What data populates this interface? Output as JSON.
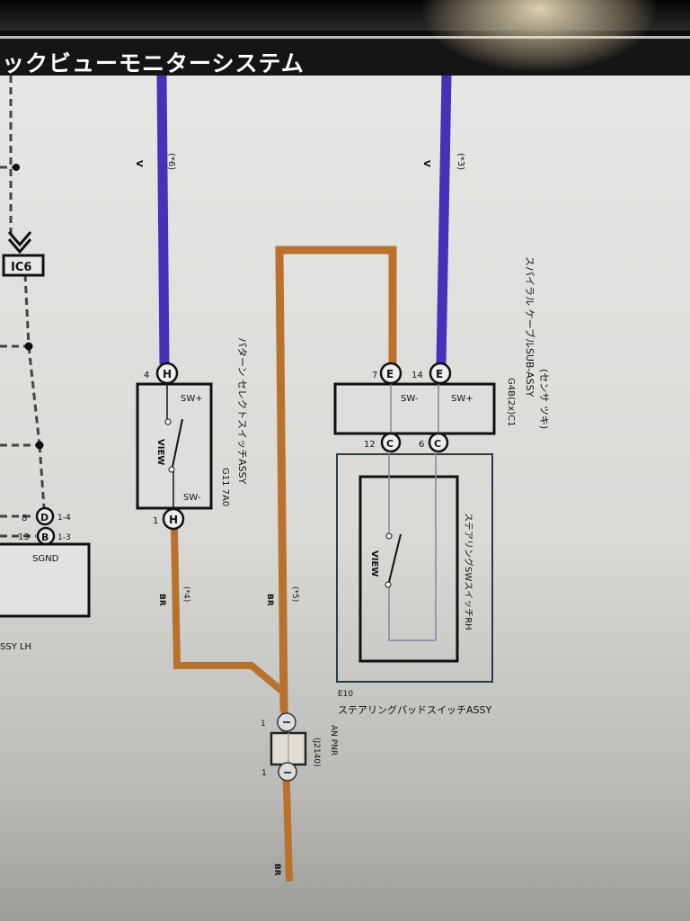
{
  "window": {
    "title": "ックビューモニターシステム"
  },
  "colors": {
    "purple_wire": "#4a2fb8",
    "brown_wire": "#b8722e",
    "background": "#e4e4e2",
    "titlebar": "#151515"
  },
  "left": {
    "ic_label": "IC6",
    "pins": [
      {
        "num": "8",
        "conn": "D",
        "ref": "1-4"
      },
      {
        "num": "13",
        "conn": "B",
        "ref": "1-3"
      }
    ],
    "box_label": "SGND",
    "caption": "SSY LH"
  },
  "wires": {
    "purple_left": {
      "color_code": "V",
      "note": "(*6)"
    },
    "purple_right": {
      "color_code": "V",
      "note": "(*3)"
    },
    "brown_left": {
      "color_code": "BR",
      "note": "(*4)"
    },
    "brown_mid": {
      "color_code": "BR",
      "note": "(*5)"
    },
    "brown_bottom": {
      "color_code": "BR"
    }
  },
  "pattern_switch": {
    "top_pin": "4",
    "top_conn": "H",
    "bottom_pin": "1",
    "bottom_conn": "H",
    "sw_plus": "SW+",
    "sw_minus": "SW-",
    "switch_label": "VIEW",
    "code": "G11 7A0",
    "name": "パターン セレクトスイッチASSY"
  },
  "spiral_cable": {
    "pins_top": [
      {
        "num": "7",
        "conn": "E"
      },
      {
        "num": "14",
        "conn": "E"
      }
    ],
    "pins_bottom": [
      {
        "num": "12",
        "conn": "C"
      },
      {
        "num": "6",
        "conn": "C"
      }
    ],
    "sw_minus": "SW-",
    "sw_plus": "SW+",
    "code": "G4B(2x)C1",
    "name": "スパイラル ケーブルSUB-ASSY",
    "subname": "(センサ ツキ)"
  },
  "steering_switch": {
    "switch_label": "VIEW",
    "inner_name": "ステアリングSWスイッチRH",
    "code": "E10",
    "name": "ステアリングパッドスイッチASSY"
  },
  "junction": {
    "top_pin": "1",
    "bottom_pin": "1",
    "code": "(J2140)",
    "name": "AN PNR"
  }
}
